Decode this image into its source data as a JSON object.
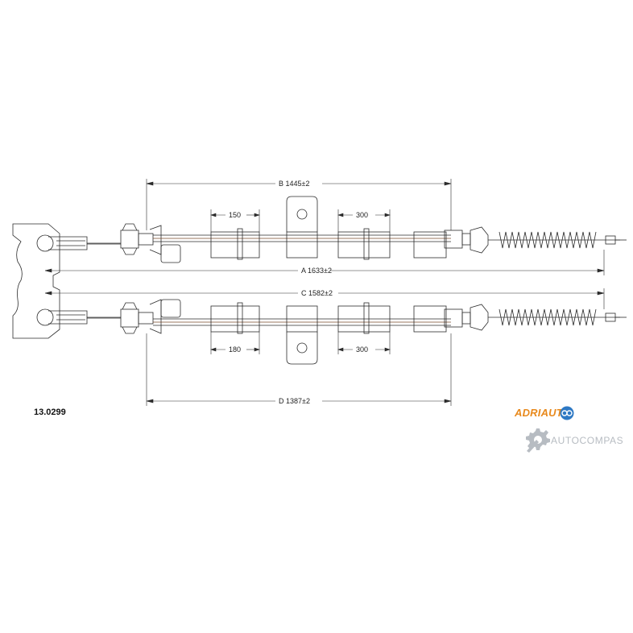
{
  "part_number": "13.0299",
  "dimensions": {
    "B": "B 1445±2",
    "A": "A 1633±2",
    "C": "C 1582±2",
    "D": "D 1387±2",
    "top_left_segment": "150",
    "top_right_segment": "300",
    "bottom_left_segment": "180",
    "bottom_right_segment": "300"
  },
  "brand": {
    "name": "ADRIAUTO",
    "color": "#e8891c",
    "logo_icon": "adriauto-badge-icon"
  },
  "watermark": {
    "text": "AUTOCOMPAS",
    "icon": "wrench-gear-icon",
    "color": "#b7bcc2"
  },
  "colors": {
    "line": "#2b2b2b",
    "cable_core": "#7a4a2a"
  }
}
